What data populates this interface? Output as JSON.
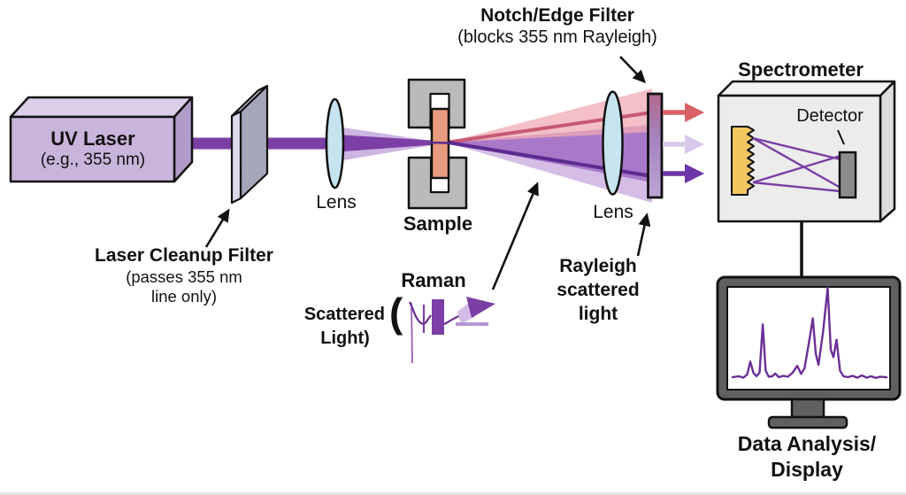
{
  "diagram": {
    "title_semantic": "UV Raman spectroscopy setup schematic",
    "labels": {
      "uv_laser_title": "UV Laser",
      "uv_laser_sub": "(e.g., 355 nm)",
      "cleanup_title": "Laser Cleanup Filter",
      "cleanup_sub1": "(passes 355 nm",
      "cleanup_sub2": "line only)",
      "lens1": "Lens",
      "sample": "Sample",
      "notch_title": "Notch/Edge Filter",
      "notch_sub": "(blocks 355 nm Rayleigh)",
      "lens2": "Lens",
      "rayleigh_l1": "Rayleigh",
      "rayleigh_l2": "scattered",
      "rayleigh_l3": "light",
      "raman_l1": "Raman",
      "raman_l2": "Scattered",
      "raman_paren": "(",
      "raman_l3": "Light)",
      "spectrometer": "Spectrometer",
      "detector": "Detector",
      "display_l1": "Data Analysis/",
      "display_l2": "Display"
    },
    "colors": {
      "ink": "#111111",
      "laser_front": "#c9b5db",
      "laser_top": "#dbcfe9",
      "laser_side": "#b19cc9",
      "beam": "#7b3fa5",
      "beam_halo": "#a678c8",
      "filter_face": "#a6a6ba",
      "filter_edge": "#dcd8ee",
      "filter_sliver": "#cfcbe3",
      "lens": "#c5e4ef",
      "holder_gray": "#bababd",
      "sample_orange": "#e89b7e",
      "cone_pink": "#f0a9b4",
      "cone_purple": "#a470c4",
      "cone_lavender": "#c9abdf",
      "rose_line": "#c75972",
      "dark_line": "#5c2b90",
      "notch_top": "#b06a8e",
      "notch_mid": "#a585c0",
      "notch_bottom": "#bca6d6",
      "arrow_red": "#d95f66",
      "arrow_pale": "#d8c8e9",
      "arrow_purple": "#6d35a8",
      "box_front": "#ececec",
      "box_top": "#f2f2f2",
      "box_side": "#dcdcdc",
      "grating_gold": "#f3c65f",
      "detector_gray": "#8d8d8d",
      "monitor_gray": "#606060",
      "spectrum_purple": "#6b2f96"
    }
  },
  "chart_data": {
    "type": "line",
    "title": "Raman spectrum shown on Data Analysis/Display monitor",
    "xlabel": "",
    "ylabel": "",
    "legend": [],
    "grid": false,
    "x_range_normalized": [
      0,
      1
    ],
    "y_range_normalized": [
      0,
      1
    ],
    "points": [
      [
        0.0,
        0.02
      ],
      [
        0.04,
        0.03
      ],
      [
        0.07,
        0.015
      ],
      [
        0.095,
        0.05
      ],
      [
        0.115,
        0.19
      ],
      [
        0.135,
        0.07
      ],
      [
        0.155,
        0.03
      ],
      [
        0.175,
        0.07
      ],
      [
        0.196,
        0.6
      ],
      [
        0.215,
        0.09
      ],
      [
        0.235,
        0.025
      ],
      [
        0.258,
        0.03
      ],
      [
        0.277,
        0.06
      ],
      [
        0.3,
        0.02
      ],
      [
        0.33,
        0.035
      ],
      [
        0.36,
        0.025
      ],
      [
        0.39,
        0.07
      ],
      [
        0.42,
        0.145
      ],
      [
        0.445,
        0.055
      ],
      [
        0.468,
        0.12
      ],
      [
        0.5,
        0.44
      ],
      [
        0.521,
        0.665
      ],
      [
        0.54,
        0.28
      ],
      [
        0.558,
        0.155
      ],
      [
        0.588,
        0.52
      ],
      [
        0.618,
        1.0
      ],
      [
        0.638,
        0.32
      ],
      [
        0.655,
        0.24
      ],
      [
        0.675,
        0.43
      ],
      [
        0.698,
        0.09
      ],
      [
        0.72,
        0.03
      ],
      [
        0.75,
        0.02
      ],
      [
        0.78,
        0.035
      ],
      [
        0.81,
        0.015
      ],
      [
        0.84,
        0.04
      ],
      [
        0.87,
        0.015
      ],
      [
        0.9,
        0.03
      ],
      [
        0.93,
        0.012
      ],
      [
        0.96,
        0.025
      ],
      [
        1.0,
        0.018
      ]
    ]
  }
}
